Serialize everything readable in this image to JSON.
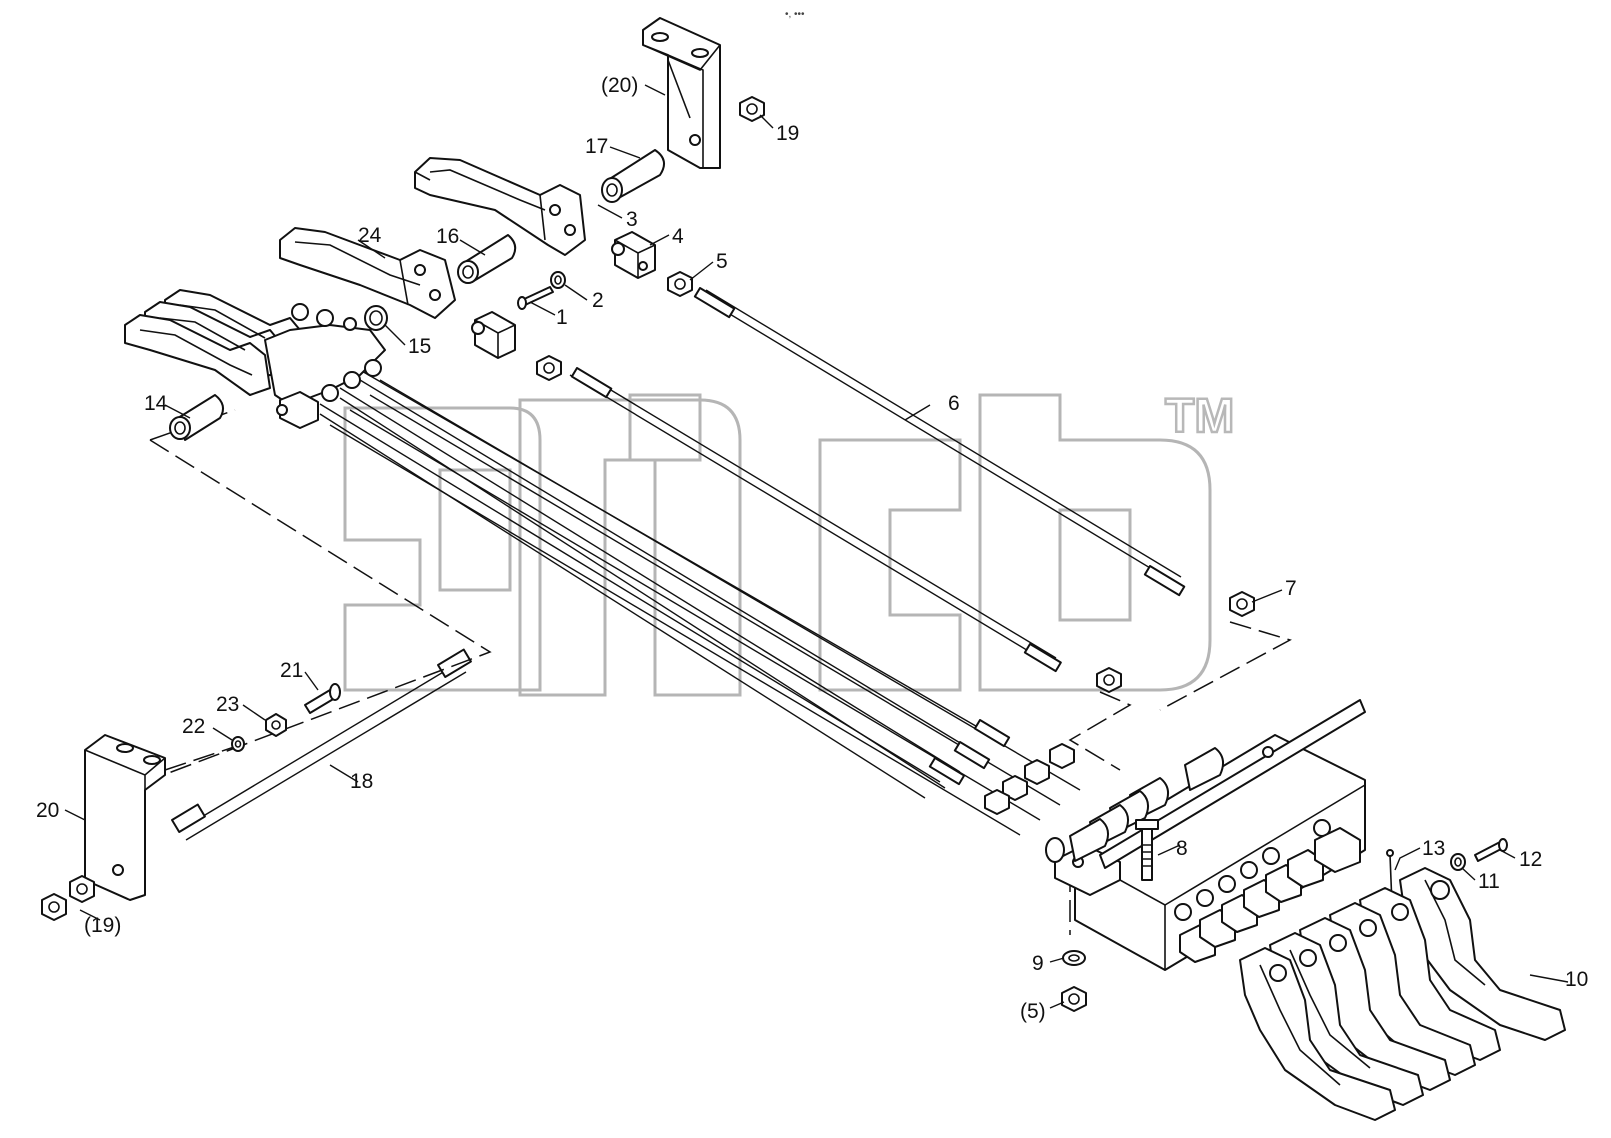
{
  "header_mark": "•,  •••",
  "watermark": {
    "text": "TM"
  },
  "callouts": [
    {
      "id": "c1",
      "label": "1"
    },
    {
      "id": "c2",
      "label": "2"
    },
    {
      "id": "c3",
      "label": "3"
    },
    {
      "id": "c4",
      "label": "4"
    },
    {
      "id": "c5",
      "label": "5"
    },
    {
      "id": "c5b",
      "label": "(5)"
    },
    {
      "id": "c6",
      "label": "6"
    },
    {
      "id": "c7",
      "label": "7"
    },
    {
      "id": "c8",
      "label": "8"
    },
    {
      "id": "c9",
      "label": "9"
    },
    {
      "id": "c10",
      "label": "10"
    },
    {
      "id": "c11",
      "label": "11"
    },
    {
      "id": "c12",
      "label": "12"
    },
    {
      "id": "c13",
      "label": "13"
    },
    {
      "id": "c14",
      "label": "14"
    },
    {
      "id": "c15",
      "label": "15"
    },
    {
      "id": "c16",
      "label": "16"
    },
    {
      "id": "c17",
      "label": "17"
    },
    {
      "id": "c18",
      "label": "18"
    },
    {
      "id": "c19",
      "label": "19"
    },
    {
      "id": "c19b",
      "label": "(19)"
    },
    {
      "id": "c20",
      "label": "20"
    },
    {
      "id": "c20b",
      "label": "(20)"
    },
    {
      "id": "c21",
      "label": "21"
    },
    {
      "id": "c22",
      "label": "22"
    },
    {
      "id": "c23",
      "label": "23"
    },
    {
      "id": "c24",
      "label": "24"
    }
  ]
}
